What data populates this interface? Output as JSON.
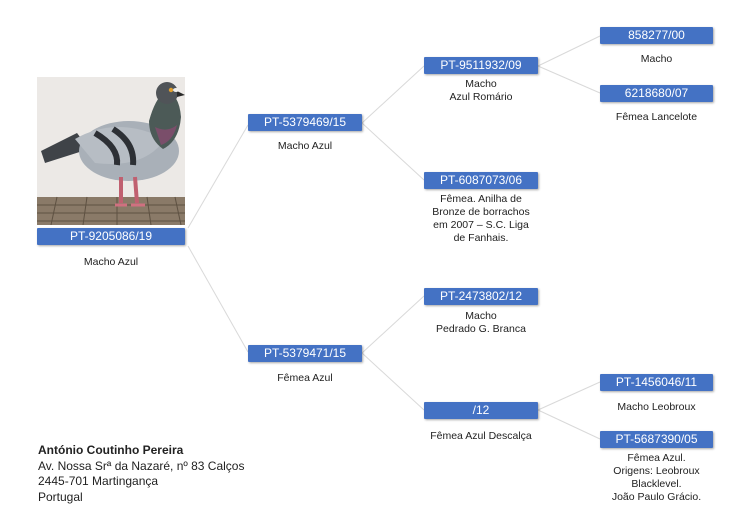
{
  "subject": {
    "ring": "PT-9205086/19",
    "desc": [
      "Macho Azul"
    ]
  },
  "sire": {
    "ring": "PT-5379469/15",
    "desc": [
      "Macho Azul"
    ]
  },
  "dam": {
    "ring": "PT-5379471/15",
    "desc": [
      "Fêmea Azul"
    ]
  },
  "sire_sire": {
    "ring": "PT-9511932/09",
    "desc": [
      "Macho",
      "Azul Romário"
    ]
  },
  "sire_dam": {
    "ring": "PT-6087073/06",
    "desc": [
      "Fêmea. Anilha de",
      "Bronze de borrachos",
      "em 2007 – S.C. Liga",
      "de Fanhais."
    ]
  },
  "dam_sire": {
    "ring": "PT-2473802/12",
    "desc": [
      "Macho",
      "Pedrado G. Branca"
    ]
  },
  "dam_dam": {
    "ring": "/12",
    "desc": [
      "Fêmea Azul Descalça"
    ]
  },
  "sss": {
    "ring": "858277/00",
    "desc": [
      "Macho"
    ]
  },
  "ssd": {
    "ring": "6218680/07",
    "desc": [
      "Fêmea Lancelote"
    ]
  },
  "dds": {
    "ring": "PT-1456046/11",
    "desc": [
      "Macho Leobroux"
    ]
  },
  "ddd": {
    "ring": "PT-5687390/05",
    "desc": [
      "Fêmea Azul.",
      "Origens: Leobroux",
      "Blacklevel.",
      "João Paulo Grácio."
    ]
  },
  "owner": {
    "name": "António Coutinho Pereira",
    "address1": "Av. Nossa Srª da Nazaré, nº 83 Calços",
    "address2": "2445-701 Martingança",
    "country": "Portugal"
  },
  "colors": {
    "ring_box": "#4472c4",
    "connector": "#d9d9d9"
  }
}
